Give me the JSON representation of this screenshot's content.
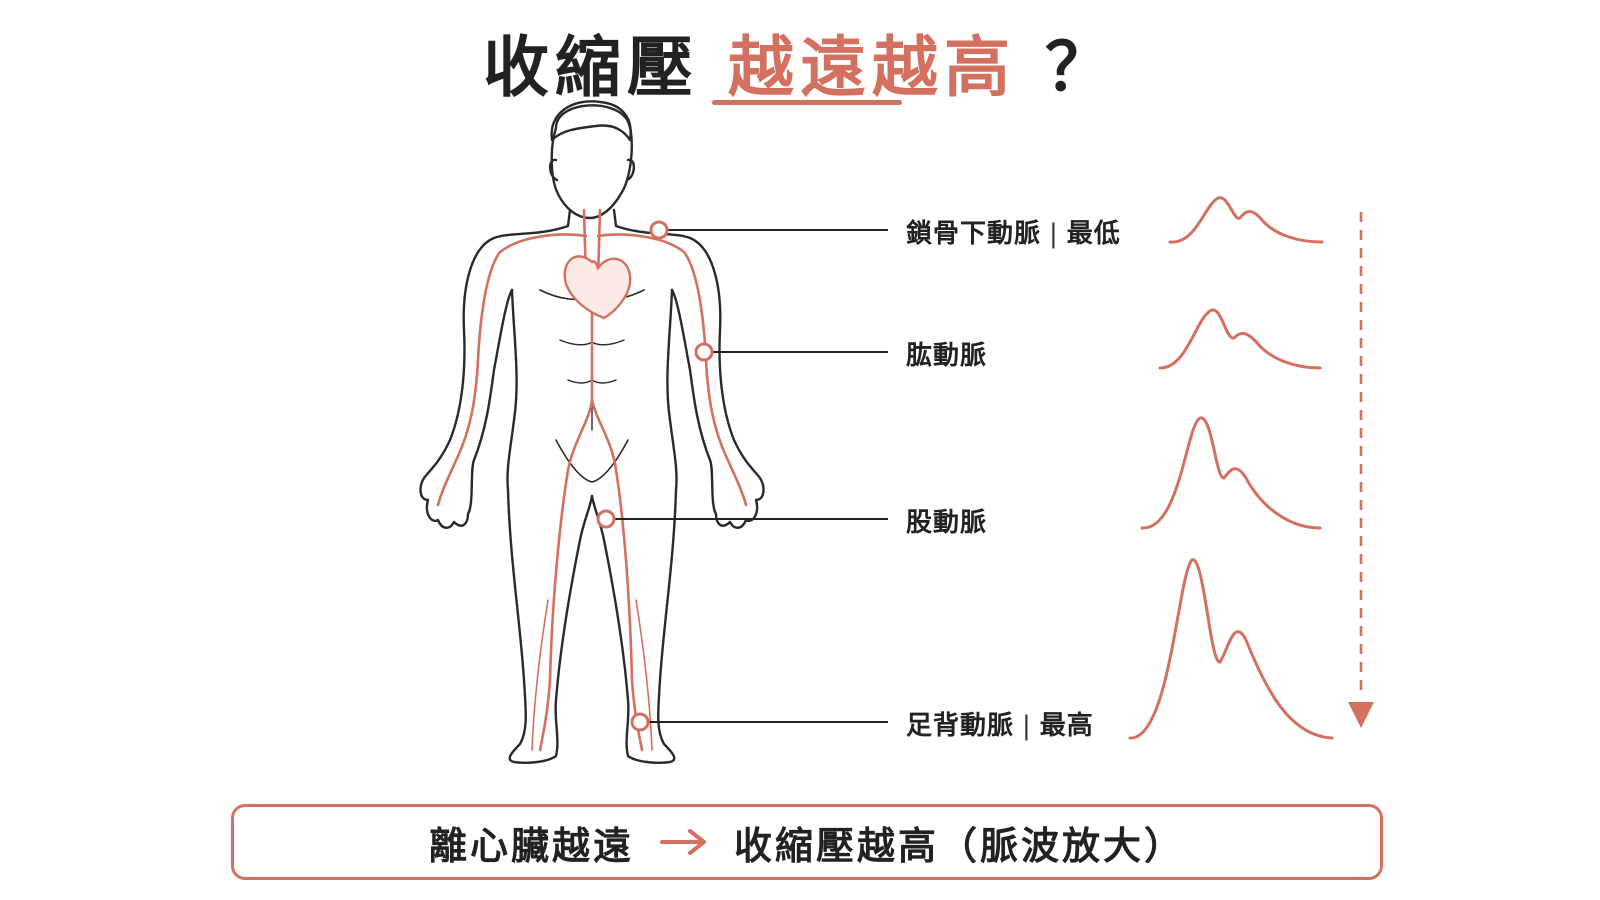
{
  "title": {
    "prefix": "收縮壓",
    "highlight": "越遠越高",
    "suffix": "？"
  },
  "points": [
    {
      "name": "鎖骨下動脈",
      "level": "最低"
    },
    {
      "name": "肱動脈",
      "level": ""
    },
    {
      "name": "股動脈",
      "level": ""
    },
    {
      "name": "足背動脈",
      "level": "最高"
    }
  ],
  "summary": {
    "left": "離心臟越遠",
    "right": "收縮壓越高（脈波放大）"
  },
  "colors": {
    "accent": "#d4705f",
    "text": "#222222",
    "outline": "#2a2a2a"
  }
}
